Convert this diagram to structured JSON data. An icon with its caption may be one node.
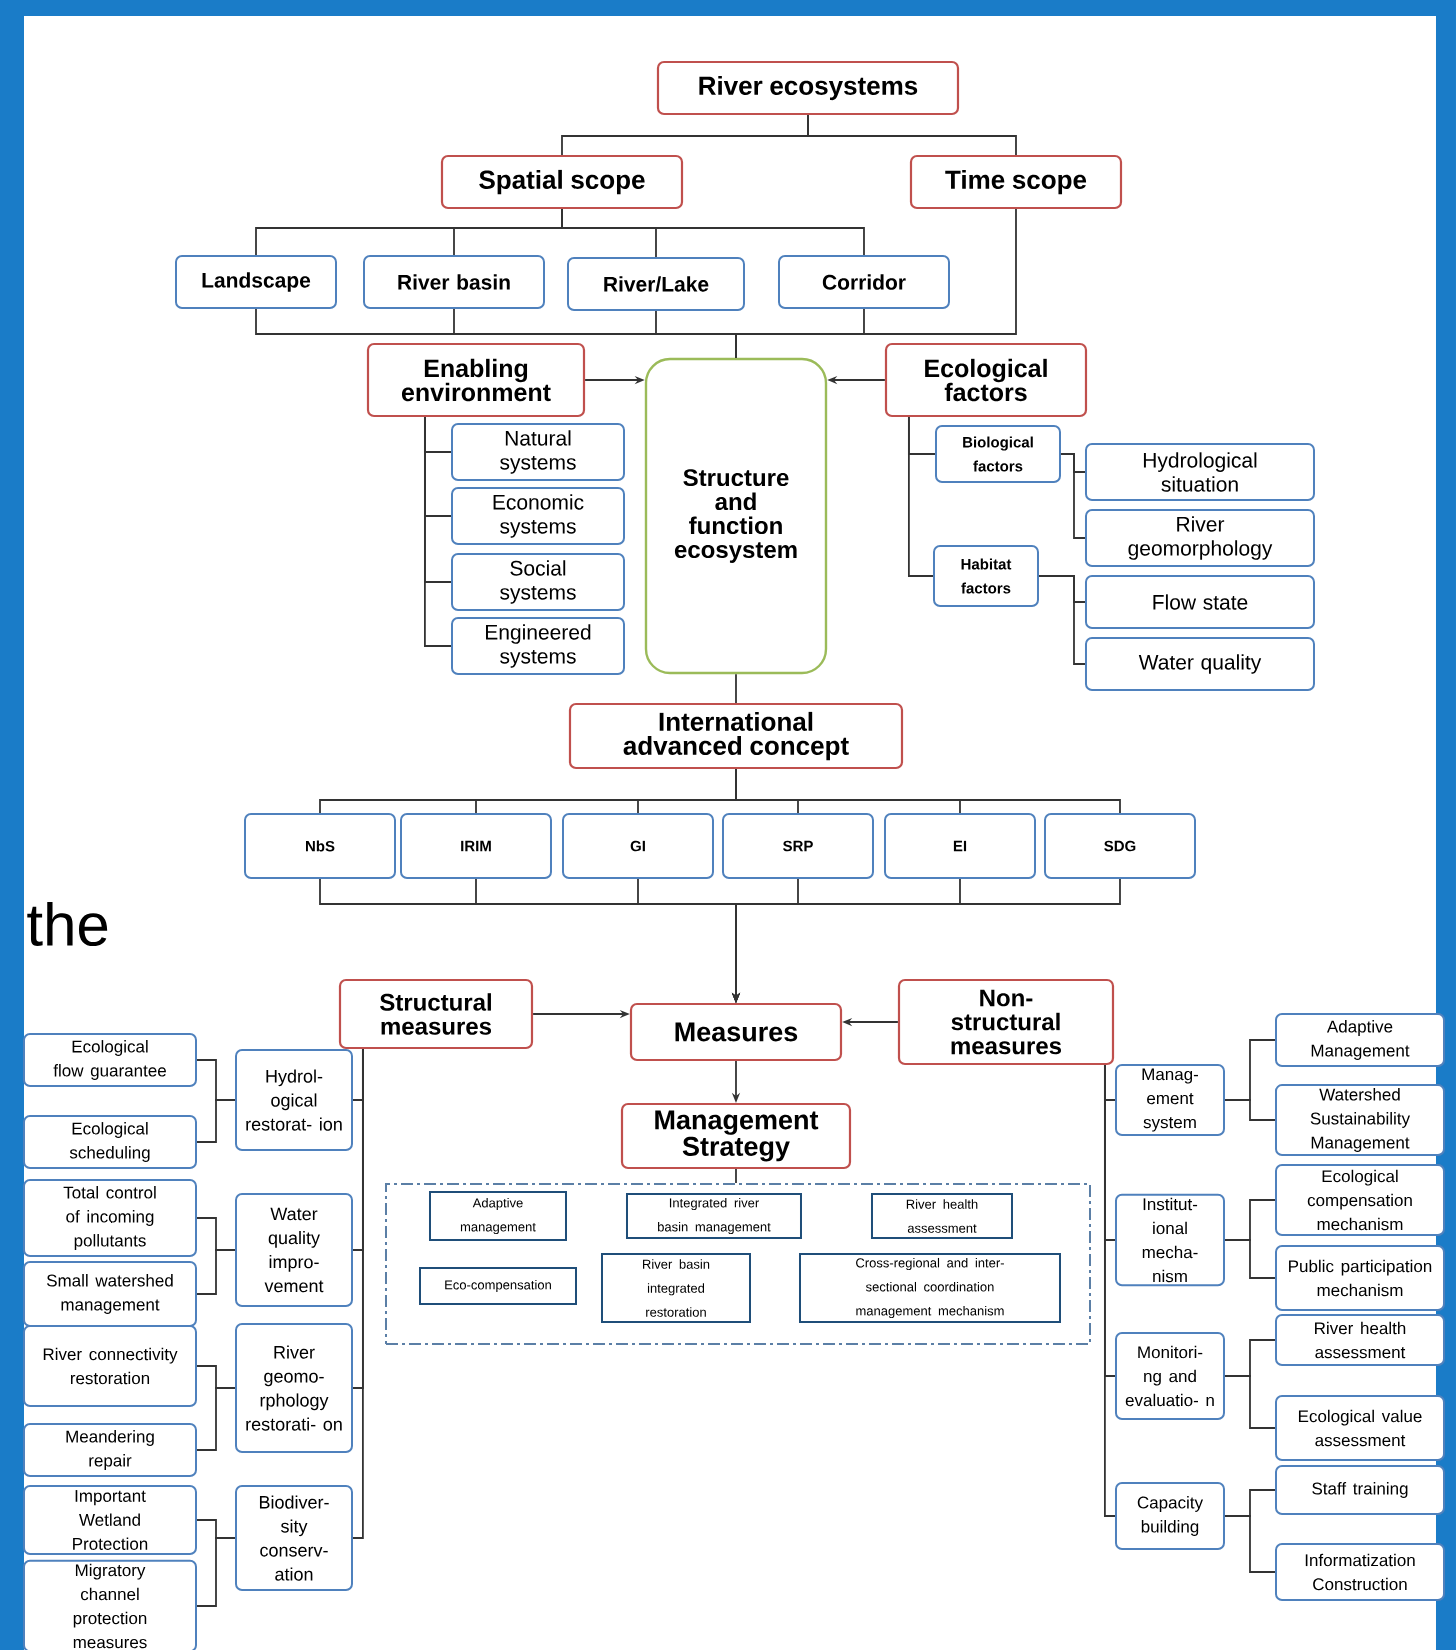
{
  "diagram": {
    "nodes": [
      {
        "text": [
          "River ecosystems"
        ]
      },
      {
        "text": [
          "Spatial scope"
        ]
      },
      {
        "text": [
          "Time scope"
        ]
      },
      {
        "text": [
          "Landscape"
        ]
      },
      {
        "text": [
          "River basin"
        ]
      },
      {
        "text": [
          "River/Lake"
        ]
      },
      {
        "text": [
          "Corridor"
        ]
      },
      {
        "text": [
          "Enabling environment"
        ]
      },
      {
        "text": [
          "Structure and function ecosystem"
        ]
      },
      {
        "text": [
          "Ecological factors"
        ]
      },
      {
        "text": [
          "Natural systems"
        ]
      },
      {
        "text": [
          "Economic systems"
        ]
      },
      {
        "text": [
          "Social systems"
        ]
      },
      {
        "text": [
          "Engineered systems"
        ]
      },
      {
        "text": [
          "Biological factors"
        ]
      },
      {
        "text": [
          "Habitat factors"
        ]
      },
      {
        "text": [
          "Hydrological situation"
        ]
      },
      {
        "text": [
          "River geomorphology"
        ]
      },
      {
        "text": [
          "Flow state"
        ]
      },
      {
        "text": [
          "Water quality"
        ]
      },
      {
        "text": [
          "International advanced concept"
        ]
      },
      {
        "text": [
          "NbS"
        ]
      },
      {
        "text": [
          "IRIM"
        ]
      },
      {
        "text": [
          "GI"
        ]
      },
      {
        "text": [
          "SRP"
        ]
      },
      {
        "text": [
          "EI"
        ]
      },
      {
        "text": [
          "SDG"
        ]
      },
      {
        "text": [
          "Structural measures"
        ]
      },
      {
        "text": [
          "Measures"
        ]
      },
      {
        "text": [
          "Non- structural measures"
        ]
      },
      {
        "text": [
          "Management Strategy"
        ]
      },
      {
        "text": [],
        "shape": "box"
      },
      {
        "text": [
          "Adaptive management"
        ],
        "in": 31
      },
      {
        "text": [
          "Integrated river basin management"
        ],
        "in": 31
      },
      {
        "text": [
          "River health assessment"
        ],
        "in": 31
      },
      {
        "text": [
          "Eco-compensation"
        ],
        "in": 31
      },
      {
        "text": [
          "River basin integrated restoration"
        ],
        "in": 31
      },
      {
        "text": [
          "Cross-regional and inter-sectional coordination management mechanism"
        ],
        "in": 31
      },
      {
        "text": [
          "Hydrol- ogical restorat- ion"
        ]
      },
      {
        "text": [
          "Ecological flow guarantee"
        ]
      },
      {
        "text": [
          "Ecological scheduling"
        ]
      },
      {
        "text": [
          "Water quality impro- vement"
        ]
      },
      {
        "text": [
          "Total control of incoming pollutants"
        ]
      },
      {
        "text": [
          "Small watershed management"
        ]
      },
      {
        "text": [
          "River geomo- rphology restorati- on"
        ]
      },
      {
        "text": [
          "River connectivity restoration"
        ]
      },
      {
        "text": [
          "Meandering repair"
        ]
      },
      {
        "text": [
          "Biodiver- sity conserv- ation"
        ]
      },
      {
        "text": [
          "Important Wetland Protection"
        ]
      },
      {
        "text": [
          "Migratory channel protection measures"
        ]
      },
      {
        "text": [
          "Manag- ement system"
        ]
      },
      {
        "text": [
          "Adaptive Management"
        ]
      },
      {
        "text": [
          "Watershed Sustainability Management"
        ]
      },
      {
        "text": [
          "Institut- ional mecha- nism"
        ]
      },
      {
        "text": [
          "Ecological compensation mechanism"
        ]
      },
      {
        "text": [
          "Public participation mechanism"
        ]
      },
      {
        "text": [
          "Monitori- ng and evaluatio- n"
        ]
      },
      {
        "text": [
          "River health assessment"
        ]
      },
      {
        "text": [
          "Ecological value assessment"
        ]
      },
      {
        "text": [
          "Capacity building"
        ]
      },
      {
        "text": [
          "Staff training"
        ]
      },
      {
        "text": [
          "Informatization Construction"
        ]
      }
    ],
    "edges": [
      {
        "from": 0,
        "to": 1,
        "arrow": "none"
      },
      {
        "from": 0,
        "to": 2,
        "arrow": "none"
      },
      {
        "from": 1,
        "to": 3,
        "arrow": "none"
      },
      {
        "from": 1,
        "to": 4,
        "arrow": "none"
      },
      {
        "from": 1,
        "to": 5,
        "arrow": "none"
      },
      {
        "from": 1,
        "to": 6,
        "arrow": "none"
      },
      {
        "from": 3,
        "to": 8,
        "arrow": "none"
      },
      {
        "from": 4,
        "to": 8,
        "arrow": "none"
      },
      {
        "from": 5,
        "to": 8,
        "arrow": "none"
      },
      {
        "from": 6,
        "to": 8,
        "arrow": "none"
      },
      {
        "from": 2,
        "to": 8,
        "arrow": "none"
      },
      {
        "from": 7,
        "to": 8,
        "arrow": "to"
      },
      {
        "from": 9,
        "to": 8,
        "arrow": "to"
      },
      {
        "from": 7,
        "to": 10,
        "arrow": "none"
      },
      {
        "from": 7,
        "to": 11,
        "arrow": "none"
      },
      {
        "from": 7,
        "to": 12,
        "arrow": "none"
      },
      {
        "from": 7,
        "to": 13,
        "arrow": "none"
      },
      {
        "from": 9,
        "to": 14,
        "arrow": "none"
      },
      {
        "from": 9,
        "to": 15,
        "arrow": "none"
      },
      {
        "from": 14,
        "to": 16,
        "arrow": "none"
      },
      {
        "from": 14,
        "to": 17,
        "arrow": "none"
      },
      {
        "from": 15,
        "to": 18,
        "arrow": "none"
      },
      {
        "from": 15,
        "to": 19,
        "arrow": "none"
      },
      {
        "from": 8,
        "to": 20,
        "arrow": "none"
      },
      {
        "from": 20,
        "to": 21,
        "arrow": "none"
      },
      {
        "from": 20,
        "to": 22,
        "arrow": "none"
      },
      {
        "from": 20,
        "to": 23,
        "arrow": "none"
      },
      {
        "from": 20,
        "to": 24,
        "arrow": "none"
      },
      {
        "from": 20,
        "to": 25,
        "arrow": "none"
      },
      {
        "from": 20,
        "to": 26,
        "arrow": "none"
      },
      {
        "from": 21,
        "to": 28,
        "arrow": "to"
      },
      {
        "from": 22,
        "to": 28,
        "arrow": "to"
      },
      {
        "from": 23,
        "to": 28,
        "arrow": "to"
      },
      {
        "from": 24,
        "to": 28,
        "arrow": "to"
      },
      {
        "from": 25,
        "to": 28,
        "arrow": "to"
      },
      {
        "from": 26,
        "to": 28,
        "arrow": "to"
      },
      {
        "from": 27,
        "to": 28,
        "arrow": "to"
      },
      {
        "from": 29,
        "to": 28,
        "arrow": "to"
      },
      {
        "from": 28,
        "to": 30,
        "arrow": "to"
      },
      {
        "from": 30,
        "to": 31,
        "arrow": "none"
      },
      {
        "from": 27,
        "to": 38,
        "arrow": "none"
      },
      {
        "from": 27,
        "to": 41,
        "arrow": "none"
      },
      {
        "from": 27,
        "to": 44,
        "arrow": "none"
      },
      {
        "from": 27,
        "to": 47,
        "arrow": "none"
      },
      {
        "from": 38,
        "to": 39,
        "arrow": "none"
      },
      {
        "from": 38,
        "to": 40,
        "arrow": "none"
      },
      {
        "from": 41,
        "to": 42,
        "arrow": "none"
      },
      {
        "from": 41,
        "to": 43,
        "arrow": "none"
      },
      {
        "from": 44,
        "to": 45,
        "arrow": "none"
      },
      {
        "from": 44,
        "to": 46,
        "arrow": "none"
      },
      {
        "from": 47,
        "to": 48,
        "arrow": "none"
      },
      {
        "from": 47,
        "to": 49,
        "arrow": "none"
      },
      {
        "from": 29,
        "to": 50,
        "arrow": "none"
      },
      {
        "from": 29,
        "to": 53,
        "arrow": "none"
      },
      {
        "from": 29,
        "to": 56,
        "arrow": "none"
      },
      {
        "from": 29,
        "to": 59,
        "arrow": "none"
      },
      {
        "from": 50,
        "to": 51,
        "arrow": "none"
      },
      {
        "from": 50,
        "to": 52,
        "arrow": "none"
      },
      {
        "from": 53,
        "to": 54,
        "arrow": "none"
      },
      {
        "from": 53,
        "to": 55,
        "arrow": "none"
      },
      {
        "from": 56,
        "to": 57,
        "arrow": "none"
      },
      {
        "from": 56,
        "to": 58,
        "arrow": "none"
      },
      {
        "from": 59,
        "to": 60,
        "arrow": "none"
      },
      {
        "from": 59,
        "to": 61,
        "arrow": "none"
      }
    ],
    "labels": [
      "the"
    ]
  }
}
